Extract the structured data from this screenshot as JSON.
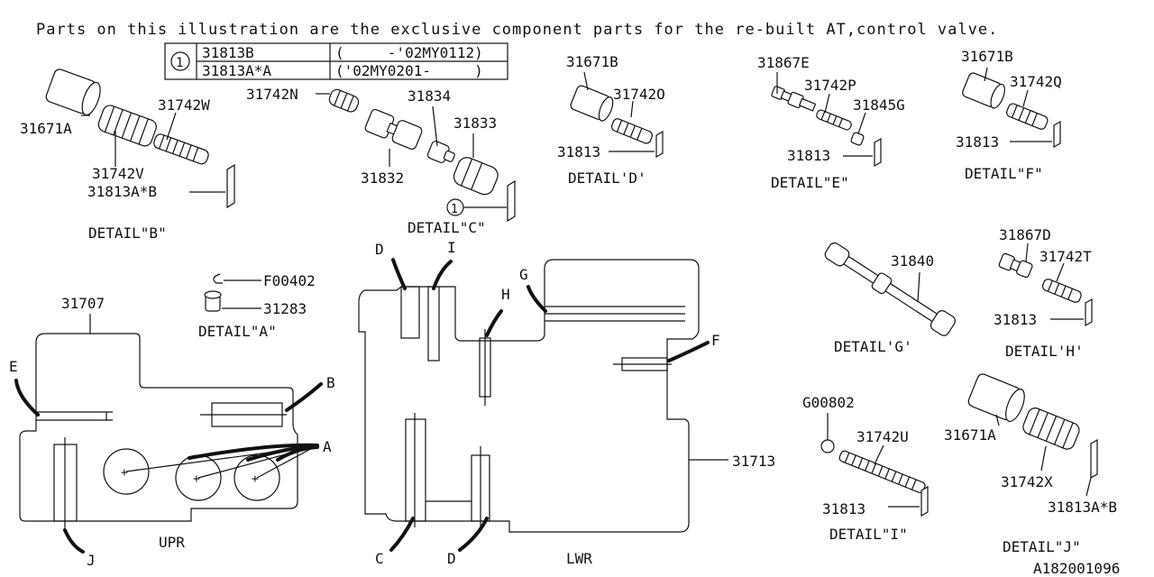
{
  "header_note": "Parts on this illustration are the exclusive component parts for the re-built AT,control valve.",
  "ref_table": {
    "marker": "1",
    "rows": [
      {
        "part": "31813B",
        "range": "(     -'02MY0112)"
      },
      {
        "part": "31813A*A",
        "range": "('02MY0201-     )"
      }
    ]
  },
  "detail_a": {
    "title": "DETAIL\"A\"",
    "parts": [
      "F00402",
      "31283"
    ]
  },
  "detail_b": {
    "title": "DETAIL\"B\"",
    "parts": [
      "31671A",
      "31742W",
      "31742V",
      "31813A*B"
    ]
  },
  "detail_c": {
    "title": "DETAIL\"C\"",
    "parts": [
      "31742N",
      "31834",
      "31833",
      "31832"
    ],
    "marker": "1"
  },
  "detail_d": {
    "title": "DETAIL'D'",
    "parts": [
      "31671B",
      "31742O",
      "31813"
    ]
  },
  "detail_e": {
    "title": "DETAIL\"E\"",
    "parts": [
      "31867E",
      "31742P",
      "31845G",
      "31813"
    ]
  },
  "detail_f": {
    "title": "DETAIL\"F\"",
    "parts": [
      "31671B",
      "31742Q",
      "31813"
    ]
  },
  "detail_g": {
    "title": "DETAIL'G'",
    "parts": [
      "31840"
    ]
  },
  "detail_h": {
    "title": "DETAIL'H'",
    "parts": [
      "31867D",
      "31742T",
      "31813"
    ]
  },
  "detail_i": {
    "title": "DETAIL\"I\"",
    "parts": [
      "G00802",
      "31742U",
      "31813"
    ]
  },
  "detail_j": {
    "title": "DETAIL\"J\"",
    "parts": [
      "31671A",
      "31742X",
      "31813A*B"
    ]
  },
  "upper_body": {
    "part": "31707",
    "label": "UPR",
    "callouts": [
      "E",
      "B",
      "A",
      "J"
    ]
  },
  "lower_body": {
    "part": "31713",
    "label": "LWR",
    "callouts": [
      "D",
      "I",
      "G",
      "H",
      "F",
      "C",
      "D"
    ]
  },
  "diagram_id": "A182001096"
}
